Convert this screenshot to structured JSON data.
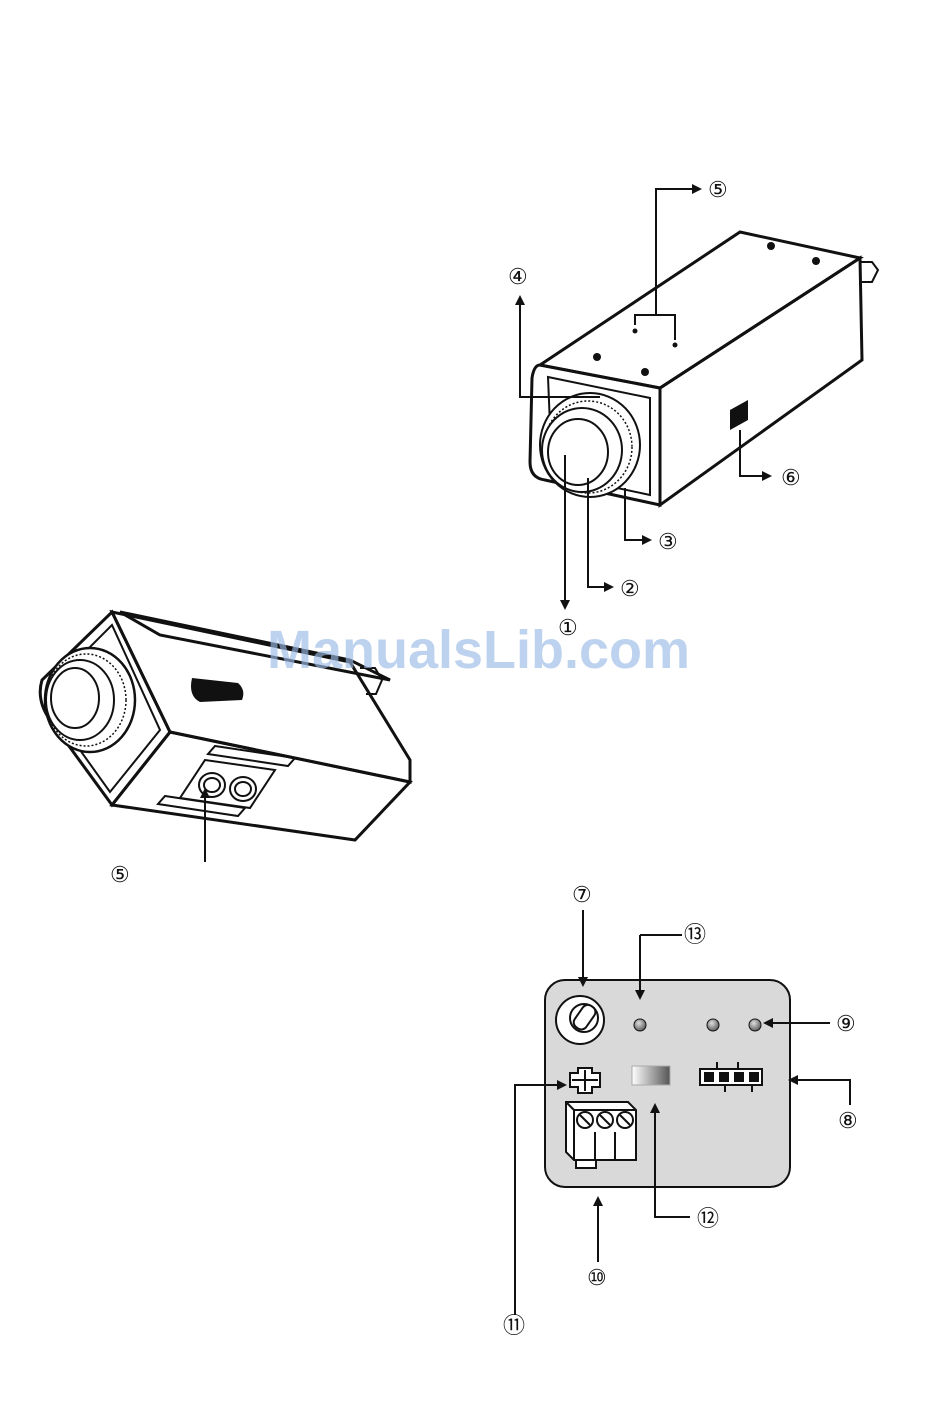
{
  "watermark": "ManualsLib.com",
  "callouts": {
    "c1": "①",
    "c2": "②",
    "c3": "③",
    "c4": "④",
    "c5_top": "⑤",
    "c6": "⑥",
    "c5_bottom": "⑤",
    "c7": "⑦",
    "c8": "⑧",
    "c9": "⑨",
    "c10": "⑩",
    "c11": "⑪",
    "c12": "⑫",
    "c13": "⑬"
  }
}
